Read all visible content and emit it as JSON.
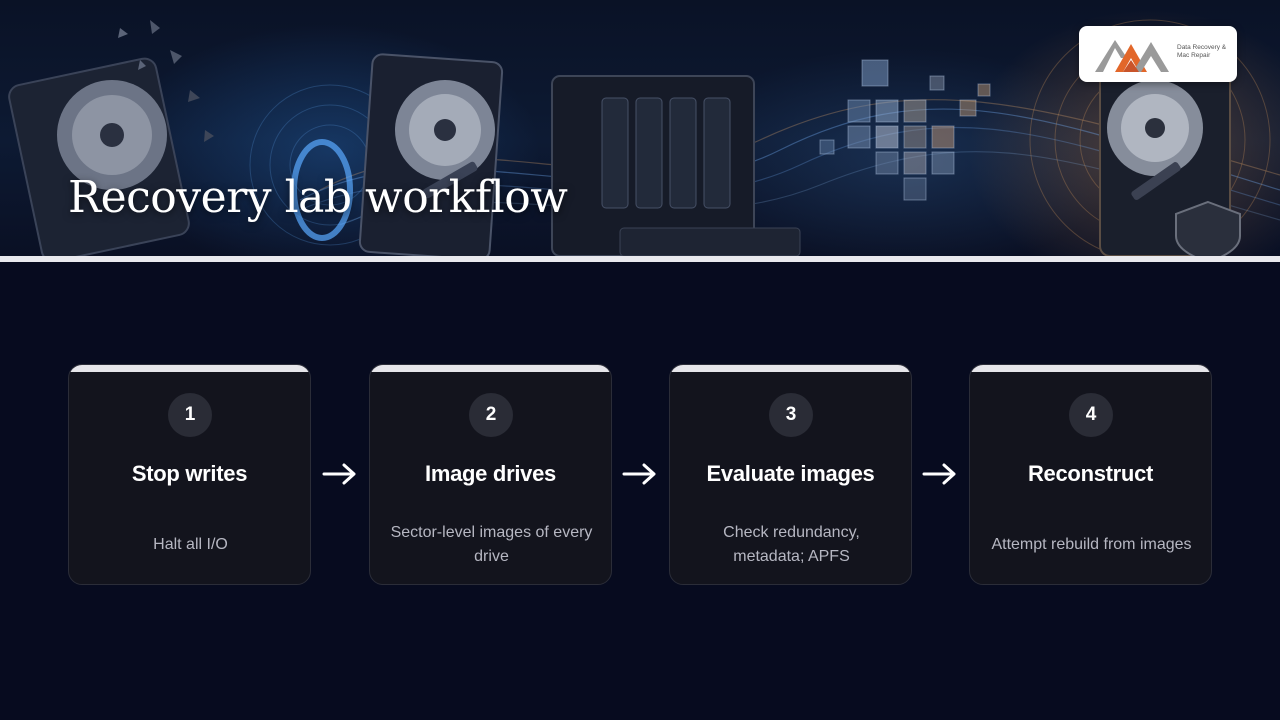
{
  "header": {
    "title": "Recovery lab workflow",
    "logo": {
      "text": "Data Recovery & Mac Repair",
      "icon": "mountain-logo-icon"
    }
  },
  "colors": {
    "background": "#070b1f",
    "card": "#13141d",
    "card_border": "#2b2d38",
    "card_accent_bar": "#e6e6ea",
    "number_badge": "#2a2c36",
    "text_primary": "#ffffff",
    "text_secondary": "#b6b7c2",
    "logo_orange": "#e2672a",
    "logo_gray": "#9a9a9a"
  },
  "steps": [
    {
      "number": "1",
      "title": "Stop writes",
      "description": "Halt all I/O"
    },
    {
      "number": "2",
      "title": "Image drives",
      "description": "Sector-level images of every drive"
    },
    {
      "number": "3",
      "title": "Evaluate images",
      "description": "Check redundancy, metadata; APFS"
    },
    {
      "number": "4",
      "title": "Reconstruct",
      "description": "Attempt rebuild from images"
    }
  ],
  "connector_icon": "arrow-right-icon"
}
